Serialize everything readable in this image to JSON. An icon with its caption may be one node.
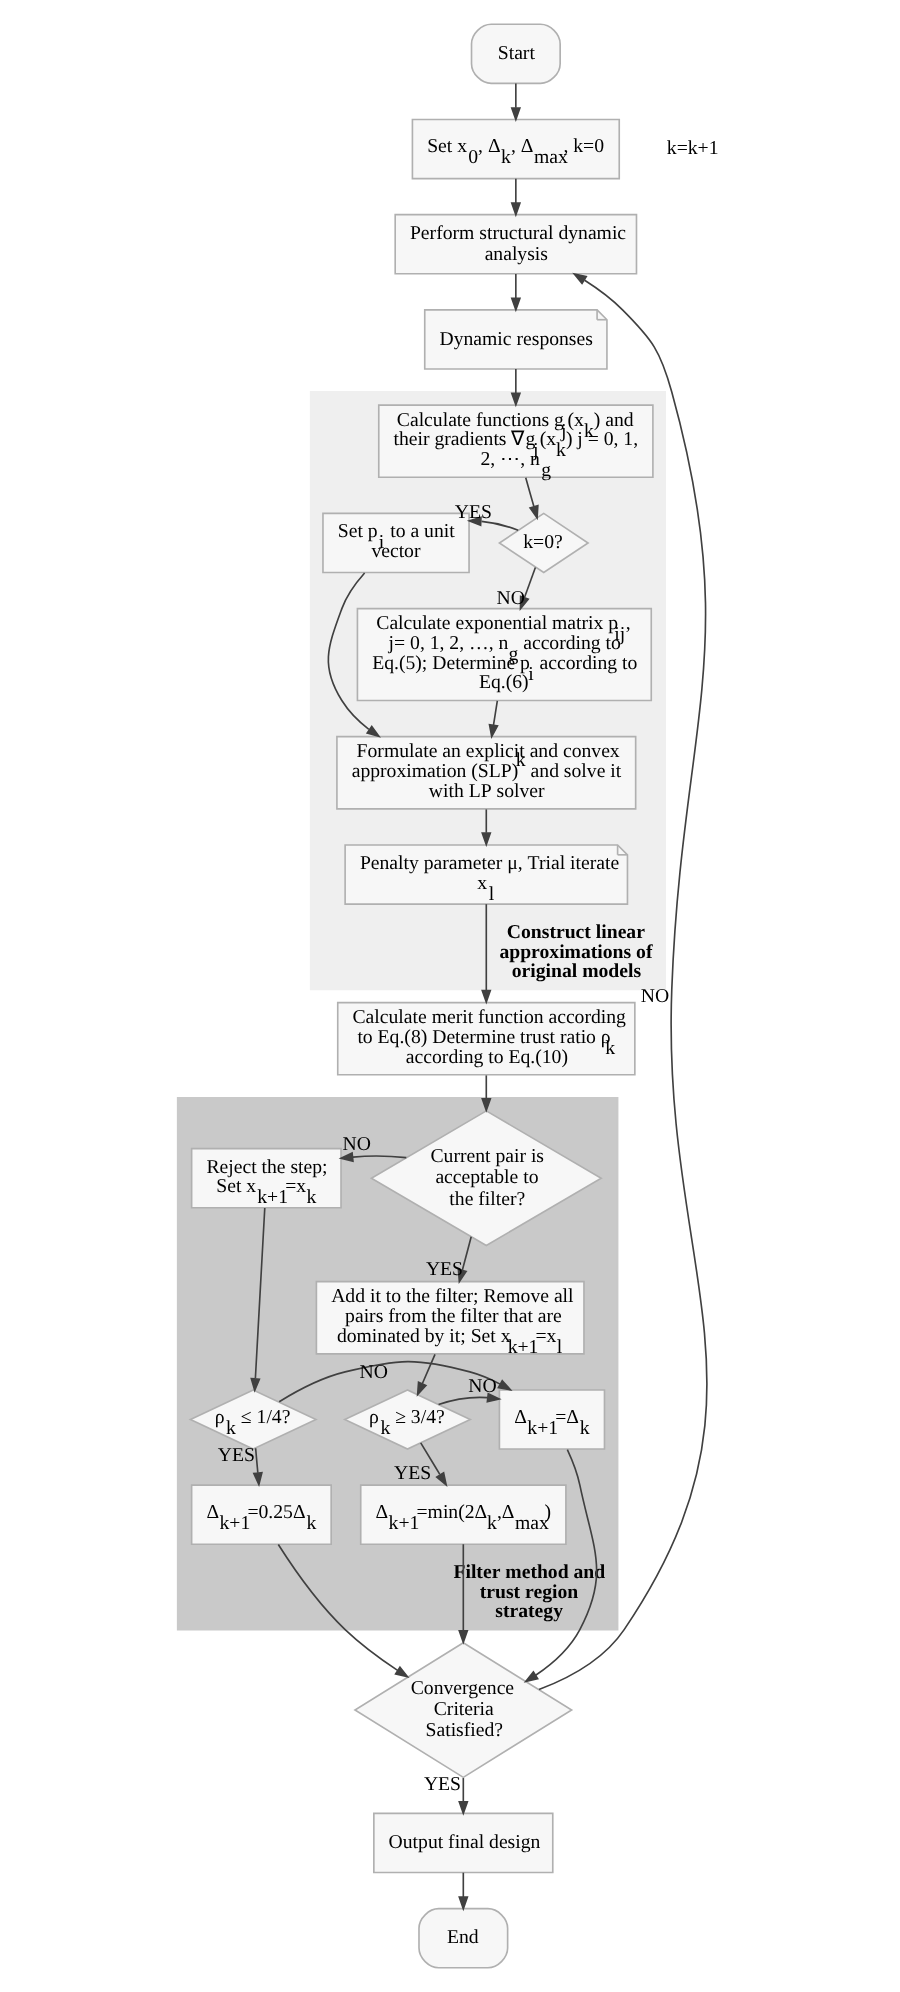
{
  "diagram": {
    "nodes": [
      {
        "text": [
          "Start"
        ]
      },
      {
        "text": [
          "Set x$_{0}$, Δ$_{k}$, Δ$_{max}$, k=0"
        ]
      },
      {
        "text": [
          "Perform structural dynamic analysis"
        ]
      },
      {
        "text": [
          "Dynamic responses"
        ]
      },
      {
        "text": [
          "Construct linear approximations of original models"
        ]
      },
      {
        "text": [
          "Calculate functions g$_{j}$(x$_{k}$) and their gradients ∇g$_{j}$(x$_{k}$) j = 0, 1, 2, ⋯, n$_{g}$"
        ],
        "in": 4
      },
      {
        "text": [
          "k=0?"
        ],
        "in": 4
      },
      {
        "text": [
          "Set p$_{i}$ to a unit vector"
        ],
        "in": 4
      },
      {
        "text": [
          "Calculate exponential matrix p$_{ij}$, j= 0, 1, 2, …, n$_{g}$ according to Eq.(5); Determine p$_{i}$ according to Eq.(6)"
        ],
        "in": 4
      },
      {
        "text": [
          "Formulate an explicit and convex approximation (SLP)$^{k}$ and solve it with LP solver"
        ],
        "in": 4
      },
      {
        "text": [
          "Penalty parameter μ, Trial iterate x$_{l}$"
        ],
        "in": 4
      },
      {
        "text": [
          "Calculate merit function according to Eq.(8) Determine trust ratio ρ$_{k}$ according to Eq.(10)"
        ]
      },
      {
        "text": [
          "Filter method and trust region strategy"
        ]
      },
      {
        "text": [
          "Current pair is acceptable to the filter?"
        ],
        "in": 12
      },
      {
        "text": [
          "Reject the step; Set x$_{k+1}$=x$_{k}$"
        ],
        "in": 12
      },
      {
        "text": [
          "Add it to the filter; Remove all pairs from the filter that are dominated by it; Set x$_{k+1}$=x$_{l}$"
        ],
        "in": 12
      },
      {
        "text": [
          "ρ$_{k}$ ≤ 1/4?"
        ],
        "in": 12
      },
      {
        "text": [
          "Δ$_{k+1}$=Δ$_{k}$"
        ],
        "in": 12
      },
      {
        "text": [
          "ρ$_{k}$ ≥ 3/4?"
        ],
        "in": 12
      },
      {
        "text": [
          "Δ$_{k+1}$=0.25Δ$_{k}$"
        ],
        "in": 12
      },
      {
        "text": [
          "Δ$_{k+1}$=min(2Δ$_{k}$,Δ$_{max}$)"
        ],
        "in": 12
      },
      {
        "text": [
          "Convergence Criteria Satisfied?"
        ]
      },
      {
        "text": [
          "Output final design"
        ]
      },
      {
        "text": [
          "End"
        ]
      }
    ],
    "edges": [
      {
        "from": 0,
        "to": 1,
        "arrow": "to"
      },
      {
        "from": 1,
        "to": 2,
        "arrow": "to"
      },
      {
        "from": 2,
        "to": 3,
        "arrow": "to"
      },
      {
        "from": 3,
        "to": 5,
        "arrow": "to"
      },
      {
        "from": 5,
        "to": 6,
        "arrow": "to"
      },
      {
        "from": 6,
        "to": 7,
        "arrow": "to",
        "label": "YES"
      },
      {
        "from": 6,
        "to": 8,
        "arrow": "to",
        "label": "NO"
      },
      {
        "from": 7,
        "to": 9,
        "arrow": "to"
      },
      {
        "from": 8,
        "to": 9,
        "arrow": "to"
      },
      {
        "from": 9,
        "to": 10,
        "arrow": "to"
      },
      {
        "from": 10,
        "to": 11,
        "arrow": "to"
      },
      {
        "from": 11,
        "to": 13,
        "arrow": "to"
      },
      {
        "from": 13,
        "to": 14,
        "arrow": "to",
        "label": "NO"
      },
      {
        "from": 13,
        "to": 15,
        "arrow": "to",
        "label": "YES"
      },
      {
        "from": 14,
        "to": 16,
        "arrow": "to"
      },
      {
        "from": 15,
        "to": 18,
        "arrow": "to"
      },
      {
        "from": 16,
        "to": 17,
        "arrow": "to",
        "label": "NO"
      },
      {
        "from": 18,
        "to": 17,
        "arrow": "to",
        "label": "NO"
      },
      {
        "from": 16,
        "to": 19,
        "arrow": "to",
        "label": "YES"
      },
      {
        "from": 18,
        "to": 20,
        "arrow": "to",
        "label": "YES"
      },
      {
        "from": 19,
        "to": 21,
        "arrow": "to"
      },
      {
        "from": 17,
        "to": 21,
        "arrow": "to"
      },
      {
        "from": 20,
        "to": 21,
        "arrow": "to"
      },
      {
        "from": 21,
        "to": 2,
        "arrow": "to",
        "label": "NO"
      },
      {
        "from": 21,
        "to": 22,
        "arrow": "to",
        "label": "YES"
      },
      {
        "from": 22,
        "to": 23,
        "arrow": "to"
      }
    ],
    "labels": [
      "k=k+1"
    ]
  }
}
